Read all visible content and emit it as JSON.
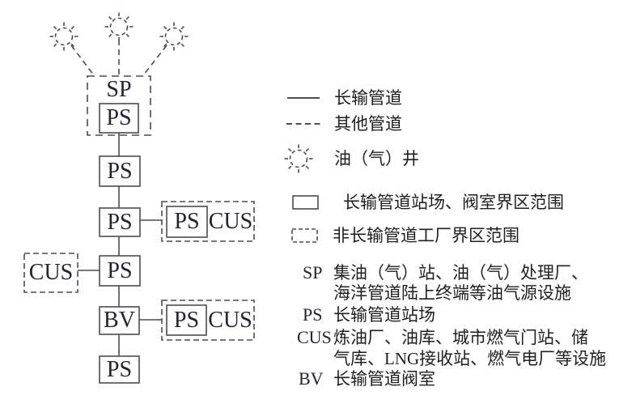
{
  "figure": {
    "background": "#ffffff",
    "line_color": "#4d4d4d",
    "text_color": "#1f1f1f",
    "box_label_color": "#232338"
  },
  "diagram": {
    "wells": {
      "icon": "oil-gas-well-icon",
      "count": 3
    },
    "source": {
      "outer_label": "SP",
      "inner_label": "PS"
    },
    "chain": [
      "PS",
      "PS",
      "PS",
      "BV",
      "PS"
    ],
    "left_branch": {
      "label": "CUS"
    },
    "branches": [
      {
        "station": "PS",
        "facility": "CUS"
      },
      {
        "station": "PS",
        "facility": "CUS"
      }
    ]
  },
  "legend": {
    "items": [
      {
        "symbol": "solid-line",
        "label": "长输管道"
      },
      {
        "symbol": "dashed-line",
        "label": "其他管道"
      },
      {
        "symbol": "well-symbol",
        "label": "油（气）井"
      },
      {
        "symbol": "solid-rect",
        "label": "长输管道站场、阀室界区范围"
      },
      {
        "symbol": "dashed-rect",
        "label": "非长输管道工厂界区范围"
      }
    ]
  },
  "abbreviations": [
    {
      "abbr": "SP",
      "lines": [
        "集油（气）站、油（气）处理厂、",
        "海洋管道陆上终端等油气源设施"
      ]
    },
    {
      "abbr": "PS",
      "lines": [
        "长输管道站场"
      ]
    },
    {
      "abbr": "CUS",
      "lines": [
        "炼油厂、油库、城市燃气门站、储",
        "气库、LNG接收站、燃气电厂等设施"
      ]
    },
    {
      "abbr": "BV",
      "lines": [
        "长输管道阀室"
      ]
    }
  ]
}
